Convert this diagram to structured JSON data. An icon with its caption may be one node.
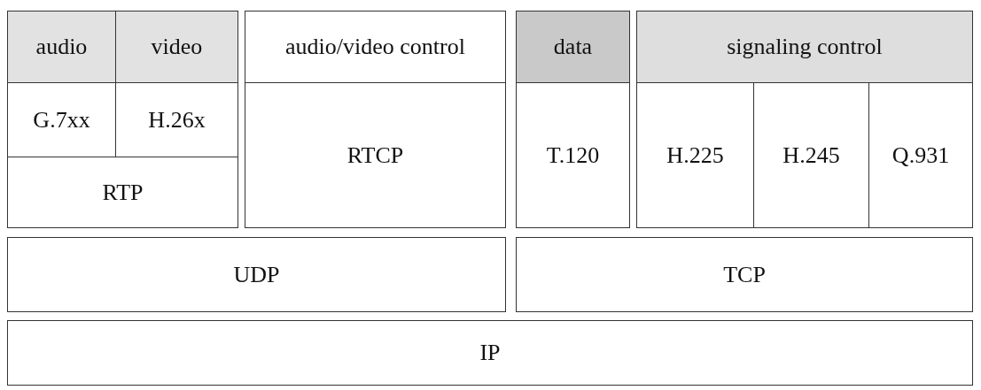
{
  "diagram": {
    "nodes": [
      {
        "text": [
          "audio"
        ]
      },
      {
        "text": [
          "video"
        ]
      },
      {
        "text": [
          "audio/video control"
        ]
      },
      {
        "text": [
          "data"
        ]
      },
      {
        "text": [
          "signaling control"
        ]
      },
      {
        "text": [
          "G.7xx"
        ]
      },
      {
        "text": [
          "H.26x"
        ]
      },
      {
        "text": [
          "RTCP"
        ]
      },
      {
        "text": [
          "T.120"
        ]
      },
      {
        "text": [
          "H.225"
        ]
      },
      {
        "text": [
          "H.245"
        ]
      },
      {
        "text": [
          "Q.931"
        ]
      },
      {
        "text": [
          "RTP"
        ]
      },
      {
        "text": [
          "UDP"
        ]
      },
      {
        "text": [
          "TCP"
        ]
      },
      {
        "text": [
          "IP"
        ]
      }
    ]
  }
}
